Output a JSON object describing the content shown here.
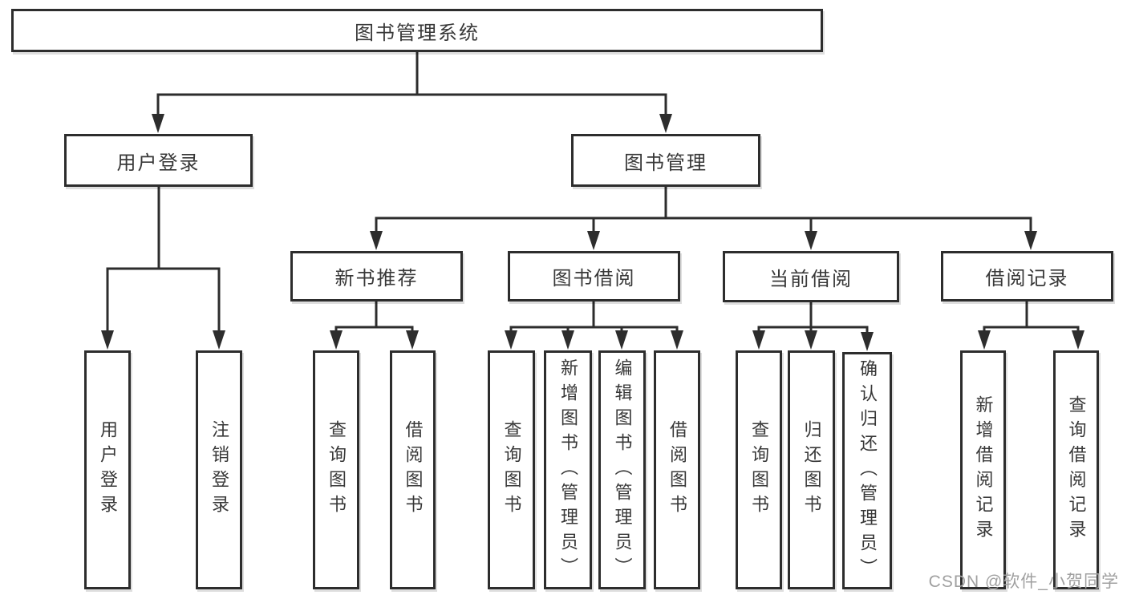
{
  "diagram": {
    "type": "tree",
    "title": "图书管理系统"
  },
  "colors": {
    "line": "#2d2d2d",
    "box_border": "#2d2d2d",
    "box_fill": "#ffffff",
    "text": "#383838",
    "watermark": "#a0a0a0",
    "background": "#ffffff"
  },
  "tree": {
    "label": "图书管理系统",
    "children": [
      {
        "label": "用户登录",
        "children": [
          {
            "label": "用户登录"
          },
          {
            "label": "注销登录"
          }
        ]
      },
      {
        "label": "图书管理",
        "children": [
          {
            "label": "新书推荐",
            "children": [
              {
                "label": "查询图书"
              },
              {
                "label": "借阅图书"
              }
            ]
          },
          {
            "label": "图书借阅",
            "children": [
              {
                "label": "查询图书"
              },
              {
                "label": "新增图书（管理员）"
              },
              {
                "label": "编辑图书（管理员）"
              },
              {
                "label": "借阅图书"
              }
            ]
          },
          {
            "label": "当前借阅",
            "children": [
              {
                "label": "查询图书"
              },
              {
                "label": "归还图书"
              },
              {
                "label": "确认归还（管理员）"
              }
            ]
          },
          {
            "label": "借阅记录",
            "children": [
              {
                "label": "新增借阅记录"
              },
              {
                "label": "查询借阅记录"
              }
            ]
          }
        ]
      }
    ]
  },
  "watermark": {
    "text": "CSDN @软件_小贺同学"
  }
}
